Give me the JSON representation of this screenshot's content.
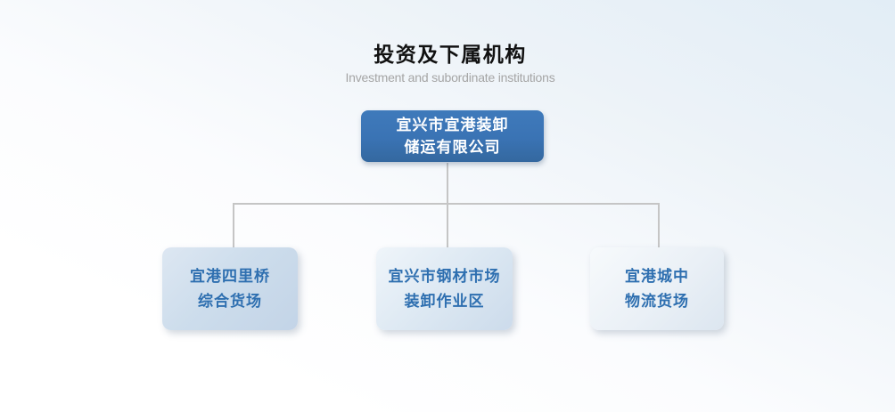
{
  "page": {
    "title": "投资及下属机构",
    "subtitle": "Investment and subordinate institutions"
  },
  "org_chart": {
    "root": {
      "name_line1": "宜兴市宜港装卸",
      "name_line2": "储运有限公司"
    },
    "children": [
      {
        "name_line1": "宜港四里桥",
        "name_line2": "综合货场"
      },
      {
        "name_line1": "宜兴市钢材市场",
        "name_line2": "装卸作业区"
      },
      {
        "name_line1": "宜港城中",
        "name_line2": "物流货场"
      }
    ]
  },
  "colors": {
    "root_box_fill": "#3a73b4",
    "root_box_text": "#ffffff",
    "child_box_text": "#2e6fb0",
    "child_box_fill_1": "#cdddec",
    "child_box_fill_2": "#dbe7f2",
    "child_box_fill_3": "#eaf0f6",
    "connector_line": "#c5c5c5",
    "title_text": "#111111",
    "subtitle_text": "#a5a5a5",
    "background_top": "#e2edf6",
    "background_bottom": "#ffffff"
  }
}
